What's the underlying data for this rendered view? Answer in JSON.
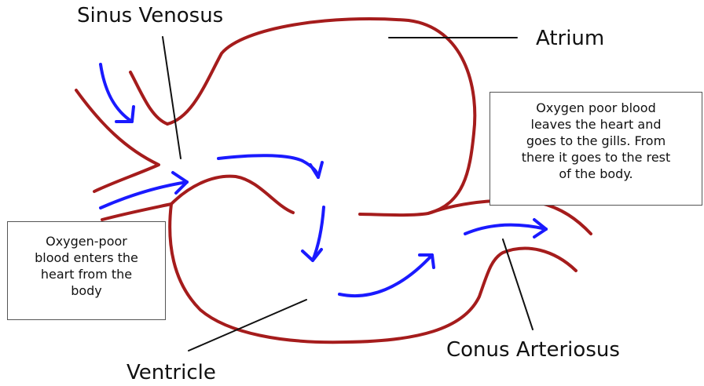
{
  "labels": {
    "sinus_venosus": "Sinus Venosus",
    "atrium": "Atrium",
    "ventricle": "Ventricle",
    "conus_arteriosus": "Conus Arteriosus"
  },
  "notes": {
    "enter": [
      "Oxygen-poor",
      "blood enters the",
      "heart from the",
      "body"
    ],
    "leave": [
      "Oxygen poor blood",
      "leaves the heart and",
      "goes to the gills.  From",
      "there it goes to the rest",
      "of the body."
    ]
  },
  "colors": {
    "heart_outline": "#a51c1c",
    "flow_arrows": "#1a1aff",
    "leader_lines": "#111111"
  }
}
